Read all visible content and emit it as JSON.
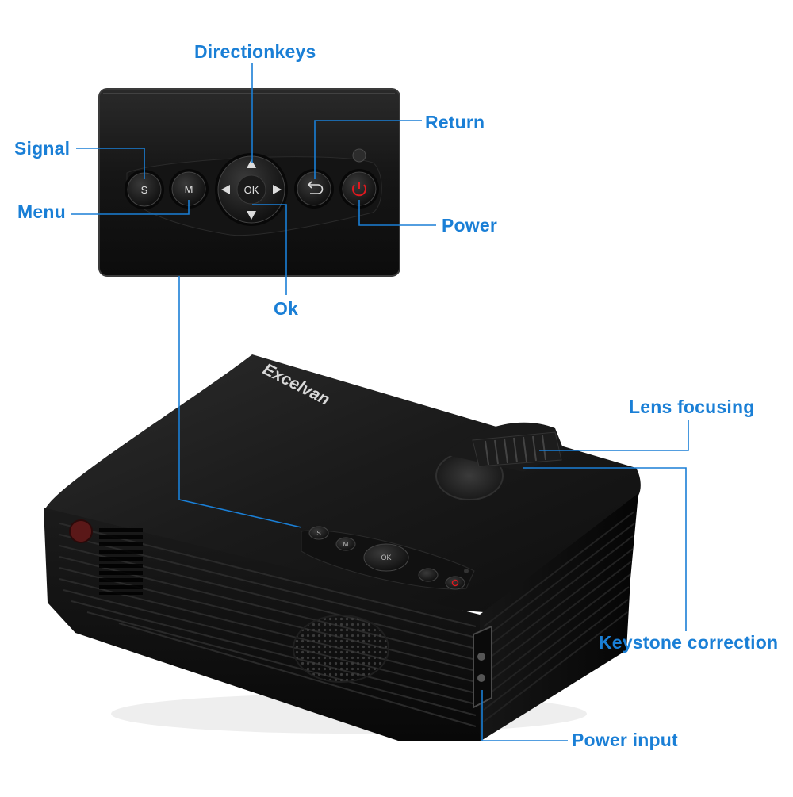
{
  "callouts": {
    "direction_keys": "Directionkeys",
    "return": "Return",
    "signal": "Signal",
    "menu": "Menu",
    "power": "Power",
    "ok": "Ok",
    "lens_focusing": "Lens focusing",
    "keystone_correction": "Keystone correction",
    "power_input": "Power input"
  },
  "panel_buttons": {
    "signal": "S",
    "menu": "M",
    "ok": "OK"
  },
  "brand": "Excelvan",
  "colors": {
    "callout_text": "#1a7fd6",
    "leader_line": "#1a7fd6",
    "projector_body": "#111111",
    "power_button": "#c4161c"
  },
  "icons": [
    "arrow-up-icon",
    "arrow-down-icon",
    "arrow-left-icon",
    "arrow-right-icon",
    "return-icon",
    "power-icon",
    "indicator-led"
  ]
}
